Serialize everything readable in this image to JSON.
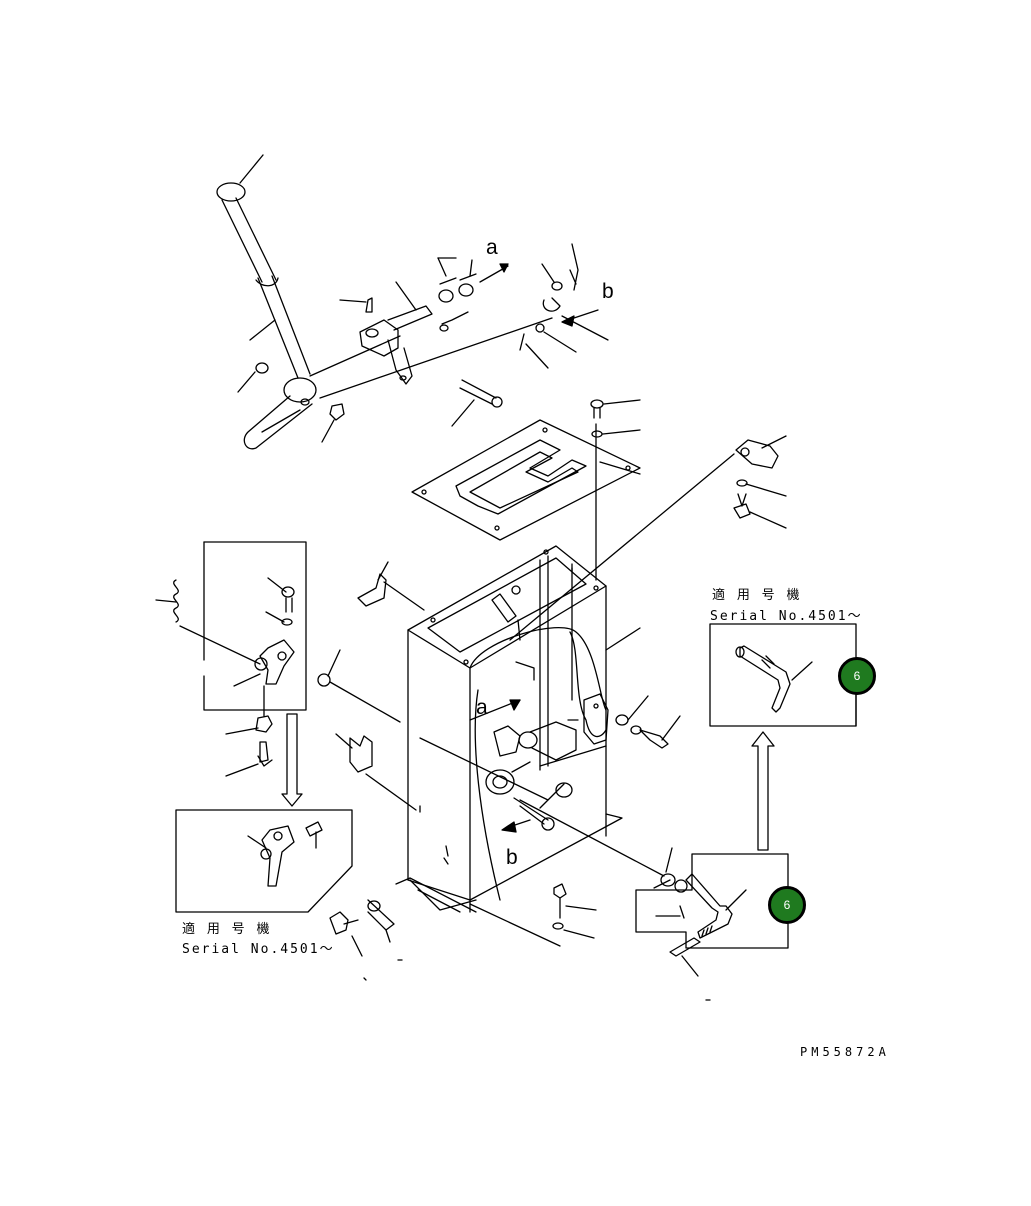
{
  "arrow_labels": {
    "a": "a",
    "b": "b"
  },
  "serial_notes": {
    "left": {
      "jp": "適 用 号 機",
      "serial": "Serial No.4501～"
    },
    "right": {
      "jp": "適 用 号 機",
      "serial": "Serial No.4501～"
    }
  },
  "badges": {
    "upper": "6",
    "lower": "6"
  },
  "badge_color": "#1f7a1f",
  "drawing_code": "PM55872A",
  "icons": [
    "arrow-up-icon",
    "arrow-down-icon"
  ]
}
